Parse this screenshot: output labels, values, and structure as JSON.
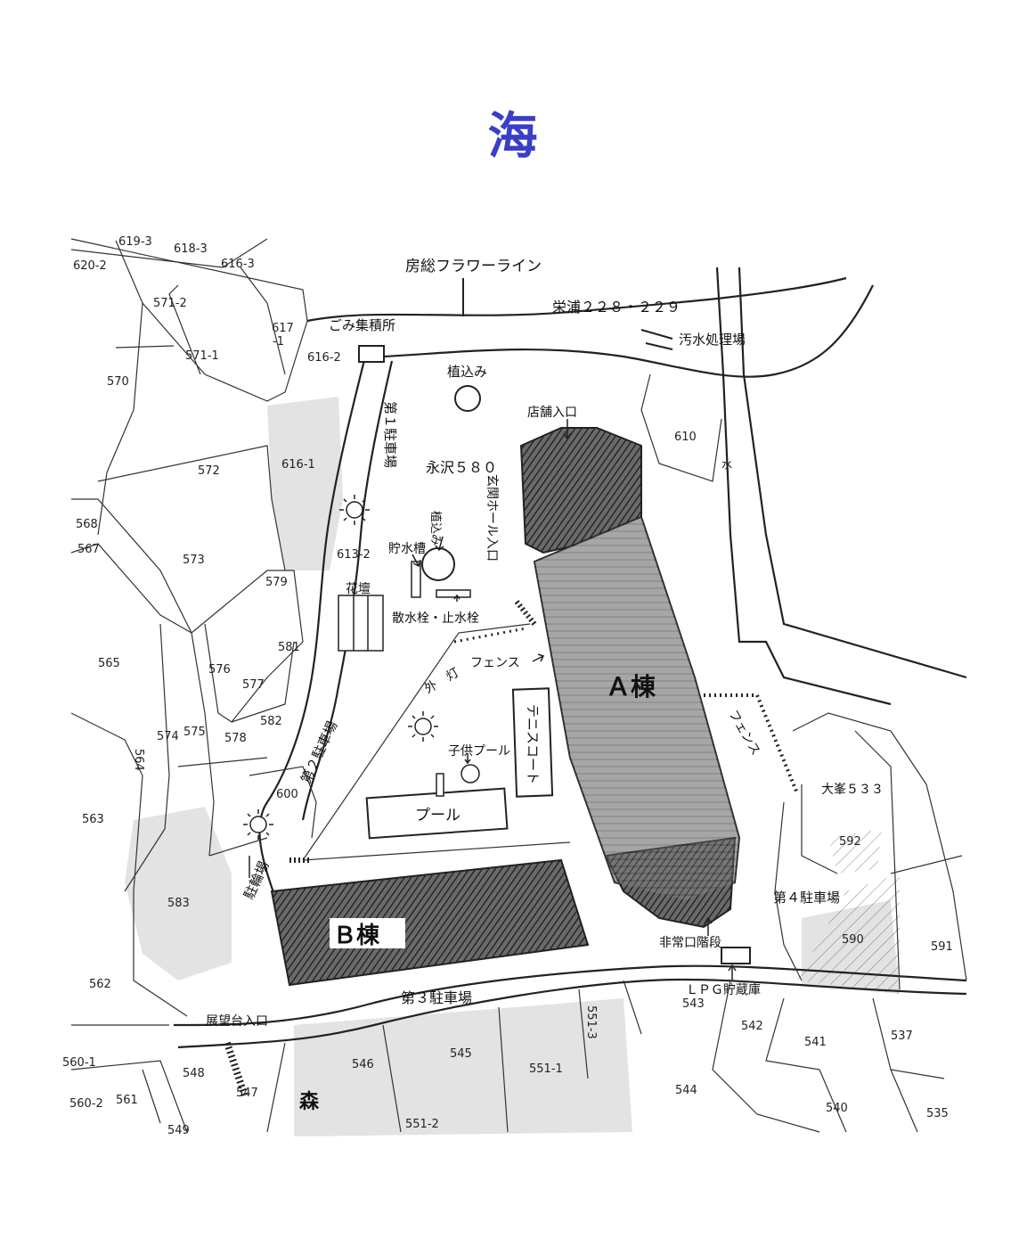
{
  "header": {
    "title": "海"
  },
  "roads": {
    "main_road": "房総フラワーライン"
  },
  "places": {
    "garbage": "ごみ集積所",
    "sakaura": "栄浦２２８・２２９",
    "sewage": "汚水処理場",
    "planting_top": "植込み",
    "shop_entrance": "店舗入口",
    "nagasawa": "永沢５８０",
    "parking1": "第１駐車場",
    "water_tank": "貯水槽",
    "planting_mid": "植込み",
    "entrance_hall": "玄関ホール入口",
    "flower_bed": "花壇",
    "hydrant": "散水栓・止水栓",
    "fence_left": "フェンス",
    "outdoor_light": "外　灯",
    "tennis": "テニスコート",
    "kids_pool": "子供プール",
    "pool": "プール",
    "building_a": "Ａ棟",
    "fence_right": "フェンス",
    "oomine": "大峯５３３",
    "parking2": "第２駐車場",
    "bike_parking": "駐輪場",
    "building_b": "Ｂ棟",
    "parking4": "第４駐車場",
    "emergency_stairs": "非常口階段",
    "parking3": "第３駐車場",
    "lpg": "ＬＰＧ貯蔵庫",
    "lookout": "展望台入口",
    "forest": "森",
    "water_mark": "水"
  },
  "lots": {
    "l619_3": "619-3",
    "l618_3": "618-3",
    "l620_2": "620-2",
    "l616_3": "616-3",
    "l571_2": "571-2",
    "l617": "617",
    "l617b": "-1",
    "l616_2": "616-2",
    "l571_1": "571-1",
    "l570": "570",
    "l572": "572",
    "l616_1": "616-1",
    "l568": "568",
    "l567": "567",
    "l573": "573",
    "l613_2": "613-2",
    "l579": "579",
    "l581": "581",
    "l565": "565",
    "l576": "576",
    "l577": "577",
    "l574": "574",
    "l575": "575",
    "l578": "578",
    "l582": "582",
    "l564": "564",
    "l600": "600",
    "l563": "563",
    "l583": "583",
    "l562": "562",
    "l548": "548",
    "l547": "547",
    "l560_2": "560-2",
    "l561": "561",
    "l549": "549",
    "l546": "546",
    "l545": "545",
    "l551_1": "551-1",
    "l551_2": "551-2",
    "l551_3": "551-3",
    "l610": "610",
    "l592": "592",
    "l590": "590",
    "l591": "591",
    "l543": "543",
    "l542": "542",
    "l541": "541",
    "l537": "537",
    "l544": "544",
    "l540": "540",
    "l535": "535",
    "l560_1": "560-1"
  }
}
